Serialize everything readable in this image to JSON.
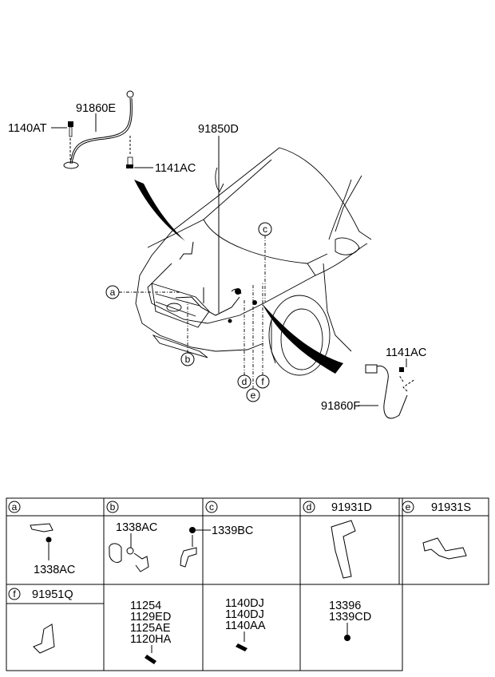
{
  "diagram": {
    "callouts": {
      "cable_upper": "91860E",
      "bolt_upper_left": "1140AT",
      "bolt_upper_right": "1141AC",
      "main_harness": "91850D",
      "bolt_lower": "1141AC",
      "cable_lower": "91860F"
    },
    "detail_markers": [
      "a",
      "b",
      "c",
      "d",
      "e",
      "f"
    ]
  },
  "table": {
    "cells": [
      {
        "letter": "a",
        "title": "",
        "parts": [
          "1338AC"
        ]
      },
      {
        "letter": "b",
        "title": "",
        "parts": [
          "1338AC"
        ]
      },
      {
        "letter": "c",
        "title": "",
        "parts": [
          "1339BC"
        ]
      },
      {
        "letter": "d",
        "title": "91931D",
        "parts": []
      },
      {
        "letter": "e",
        "title": "91931S",
        "parts": []
      },
      {
        "letter": "f",
        "title": "91951Q",
        "parts": []
      },
      {
        "letter": "",
        "title": "",
        "parts": [
          "11254",
          "1129ED",
          "1125AE",
          "1120HA"
        ]
      },
      {
        "letter": "",
        "title": "",
        "parts": [
          "1140DJ",
          "1140DJ",
          "1140AA"
        ]
      },
      {
        "letter": "",
        "title": "",
        "parts": [
          "13396",
          "1339CD"
        ]
      }
    ]
  }
}
